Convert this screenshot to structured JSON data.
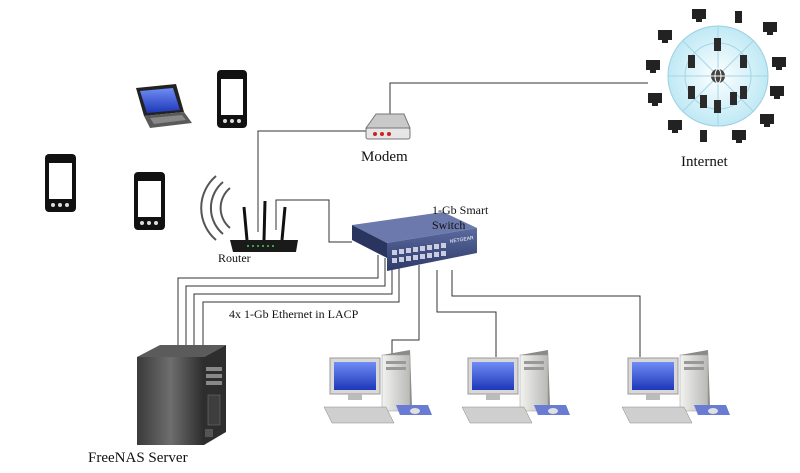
{
  "labels": {
    "modem": "Modem",
    "internet": "Internet",
    "router": "Router",
    "switch_line1": "1-Gb Smart",
    "switch_line2": "Switch",
    "lacp": "4x 1-Gb Ethernet in LACP",
    "server": "FreeNAS Server"
  },
  "switch_brand": "NETGEAR",
  "colors": {
    "cable": "#333333",
    "switch_body": "#3b4a7e",
    "screen_blue": "#2a47c9",
    "internet_cloud": "#d6f1f8"
  }
}
